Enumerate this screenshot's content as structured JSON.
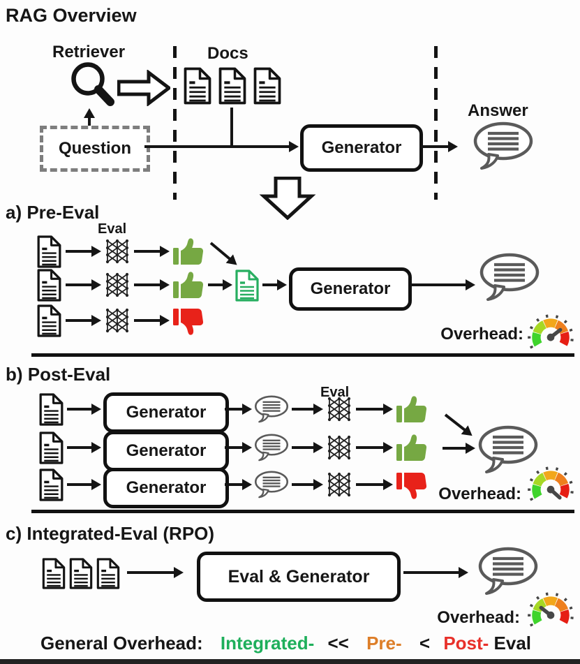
{
  "title": "RAG Overview",
  "overview": {
    "retriever_label": "Retriever",
    "docs_label": "Docs",
    "question_label": "Question",
    "generator_label": "Generator",
    "answer_label": "Answer"
  },
  "pre_eval": {
    "header": "a) Pre-Eval",
    "eval_label": "Eval",
    "generator_label": "Generator",
    "overhead_label": "Overhead:",
    "overhead_level": "medium"
  },
  "post_eval": {
    "header": "b) Post-Eval",
    "eval_label": "Eval",
    "generator_labels": [
      "Generator",
      "Generator",
      "Generator"
    ],
    "overhead_label": "Overhead:",
    "overhead_level": "high"
  },
  "integrated_eval": {
    "header": "c) Integrated-Eval (RPO)",
    "box_label": "Eval & Generator",
    "overhead_label": "Overhead:",
    "overhead_level": "low"
  },
  "footer": {
    "general_overhead_label": "General Overhead:",
    "integrated_term": "Integrated-",
    "much_less_than": "<<",
    "pre_term": "Pre-",
    "less_than": "<",
    "post_term": "Post-",
    "eval_term": "Eval"
  },
  "colors": {
    "thumb_up_green": "#76A843",
    "thumb_down_red": "#E8221A",
    "eval_doc_green": "#27AE60",
    "integrated_text_green": "#1EAF5B",
    "pre_text_orange": "#DD7E28",
    "post_text_red": "#E8302A",
    "bubble_gray": "#5A5A5A",
    "question_box_gray": "#7E7E7E",
    "gauge_segments": [
      "#3FD42C",
      "#A6D825",
      "#F2A71B",
      "#EE7F1D",
      "#E61E14"
    ]
  }
}
